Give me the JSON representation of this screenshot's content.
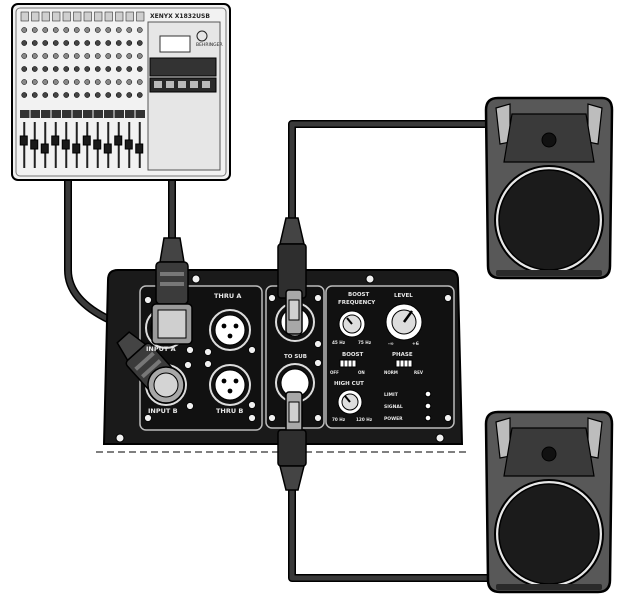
{
  "mixer": {
    "brand_text": "BEHRINGER",
    "model_text": "XENYX X1832USB"
  },
  "panel": {
    "left_block": {
      "input_a_label": "INPUT A",
      "input_b_label": "INPUT B",
      "thru_a_label": "THRU A",
      "thru_b_label": "THRU B"
    },
    "to_sub_label": "TO SUB",
    "controls": {
      "boost_frequency_label": "BOOST\nFREQUENCY",
      "boost_frequency_min": "45 Hz",
      "boost_frequency_max": "75 Hz",
      "level_label": "LEVEL",
      "level_min": "-∞",
      "level_max": "+6",
      "boost_label": "BOOST",
      "boost_off": "OFF",
      "boost_on": "ON",
      "phase_label": "PHASE",
      "phase_norm": "NORM",
      "phase_rev": "REV",
      "high_cut_label": "HIGH CUT",
      "high_cut_min": "70 Hz",
      "high_cut_max": "120 Hz",
      "led_labels": [
        "LIMIT",
        "SIGNAL",
        "POWER"
      ]
    }
  },
  "colors": {
    "panel_bg": "#1a1a1a",
    "speaker_body": "#555555",
    "speaker_face": "#2b2b2b",
    "cable": "#2a2a2a",
    "outline": "#000000",
    "white": "#ffffff"
  }
}
